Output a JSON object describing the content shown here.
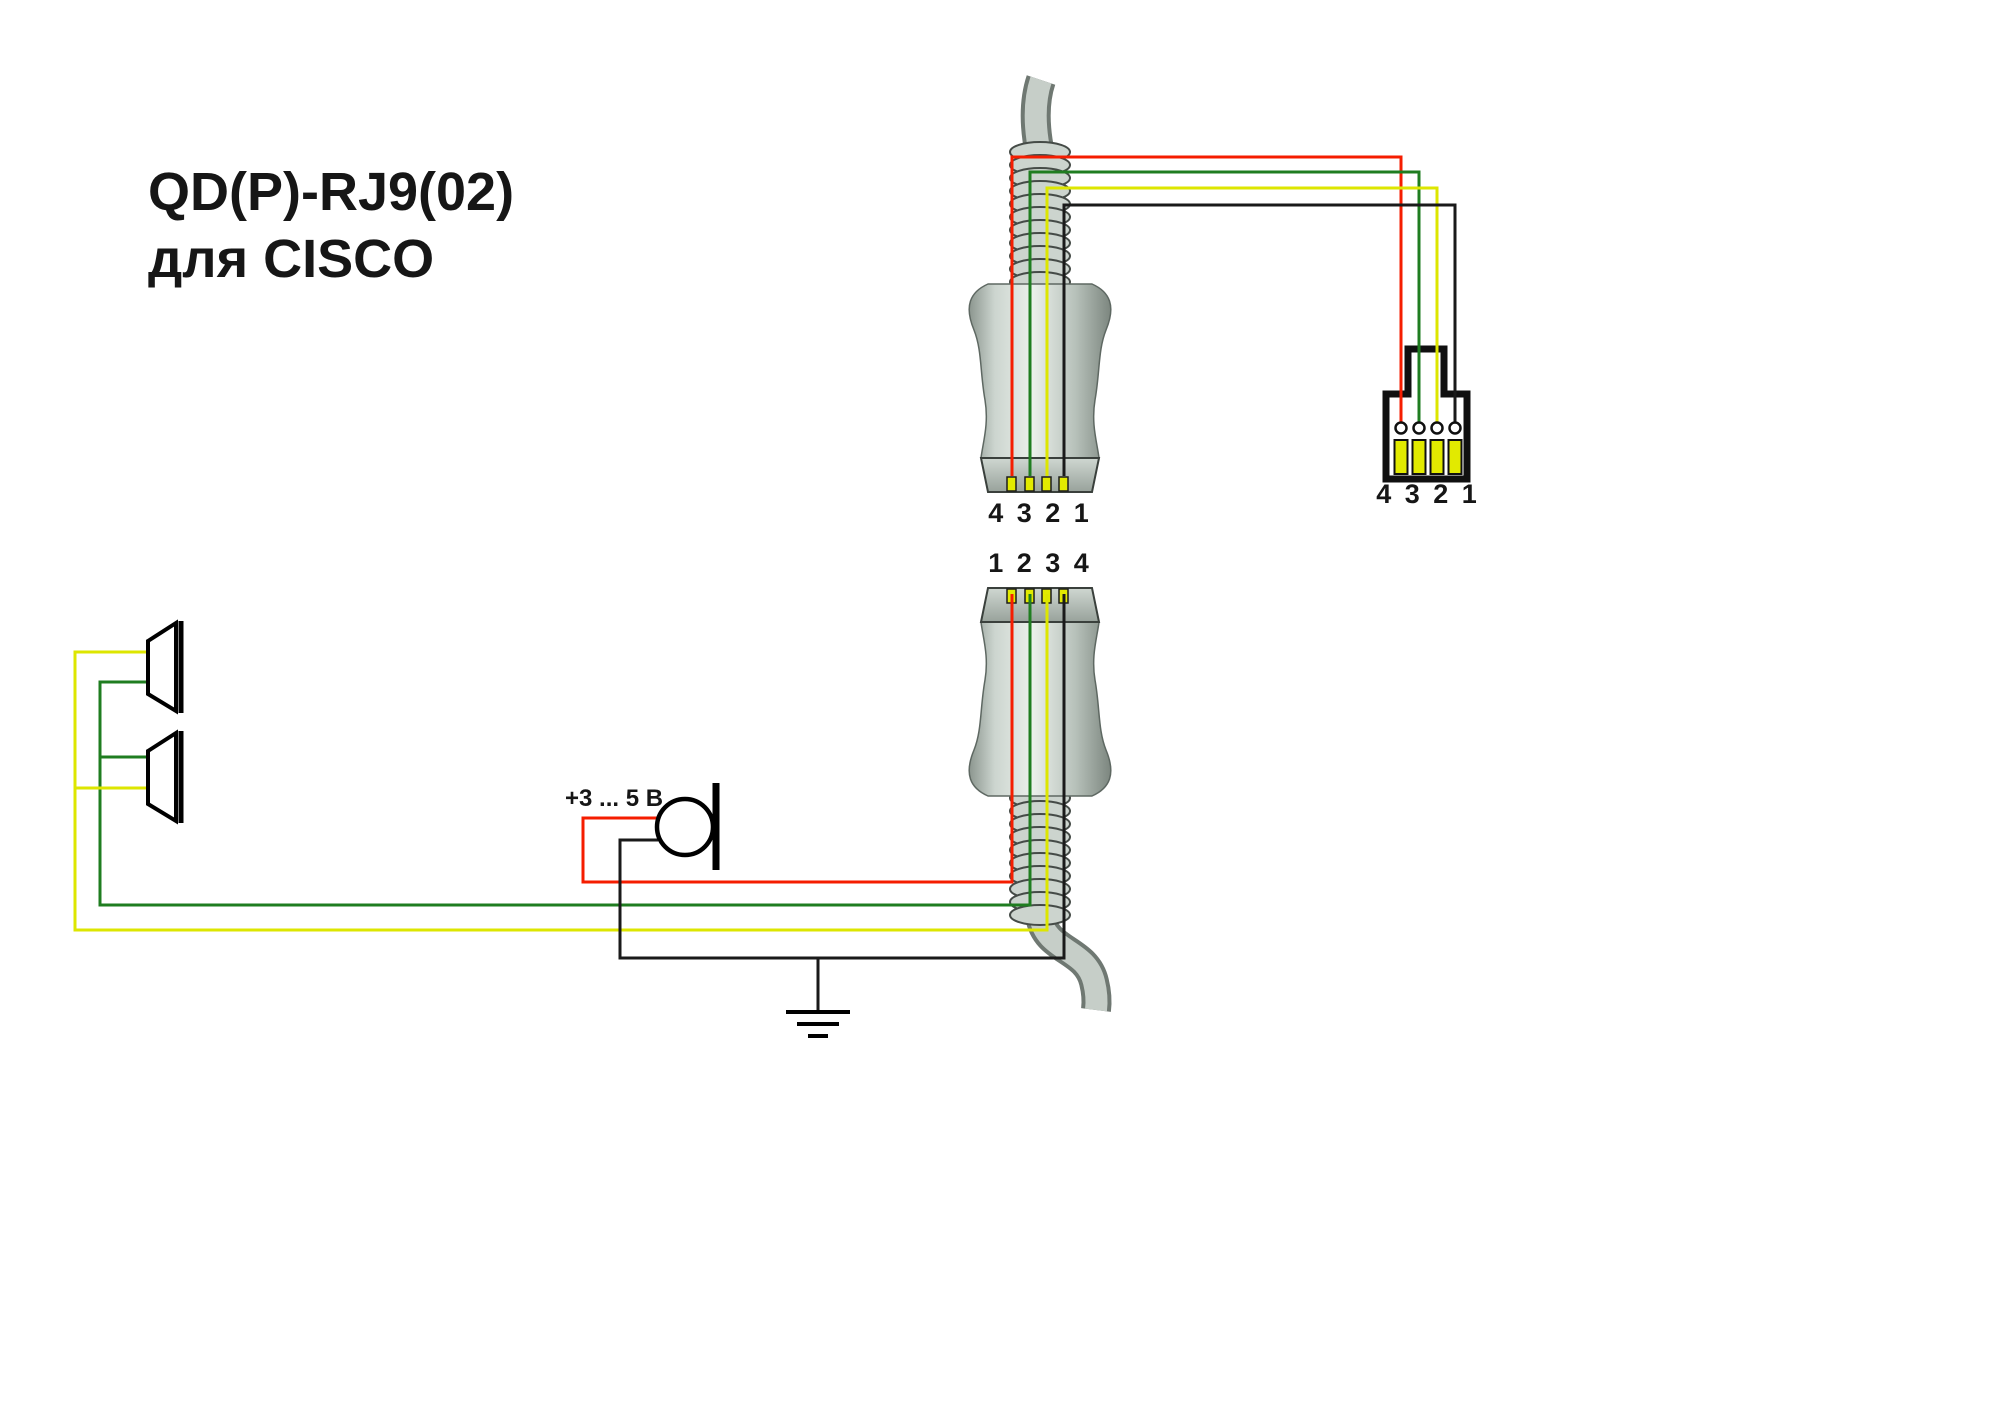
{
  "title": {
    "line1": "QD(P)-RJ9(02)",
    "line2": "для CISCO"
  },
  "connectors": {
    "qd_top": {
      "pin_labels": "4 3 2 1"
    },
    "qd_bottom": {
      "pin_labels": "1 2 3 4"
    },
    "rj9": {
      "pin_labels": "4 3 2 1"
    }
  },
  "mic": {
    "voltage_label": "+3 ... 5 В"
  },
  "wire_colors": {
    "red": "#f51d00",
    "green": "#1f7d20",
    "yellow": "#dde600",
    "black": "#1a1a1a"
  },
  "contact_color": "#e2ea00"
}
